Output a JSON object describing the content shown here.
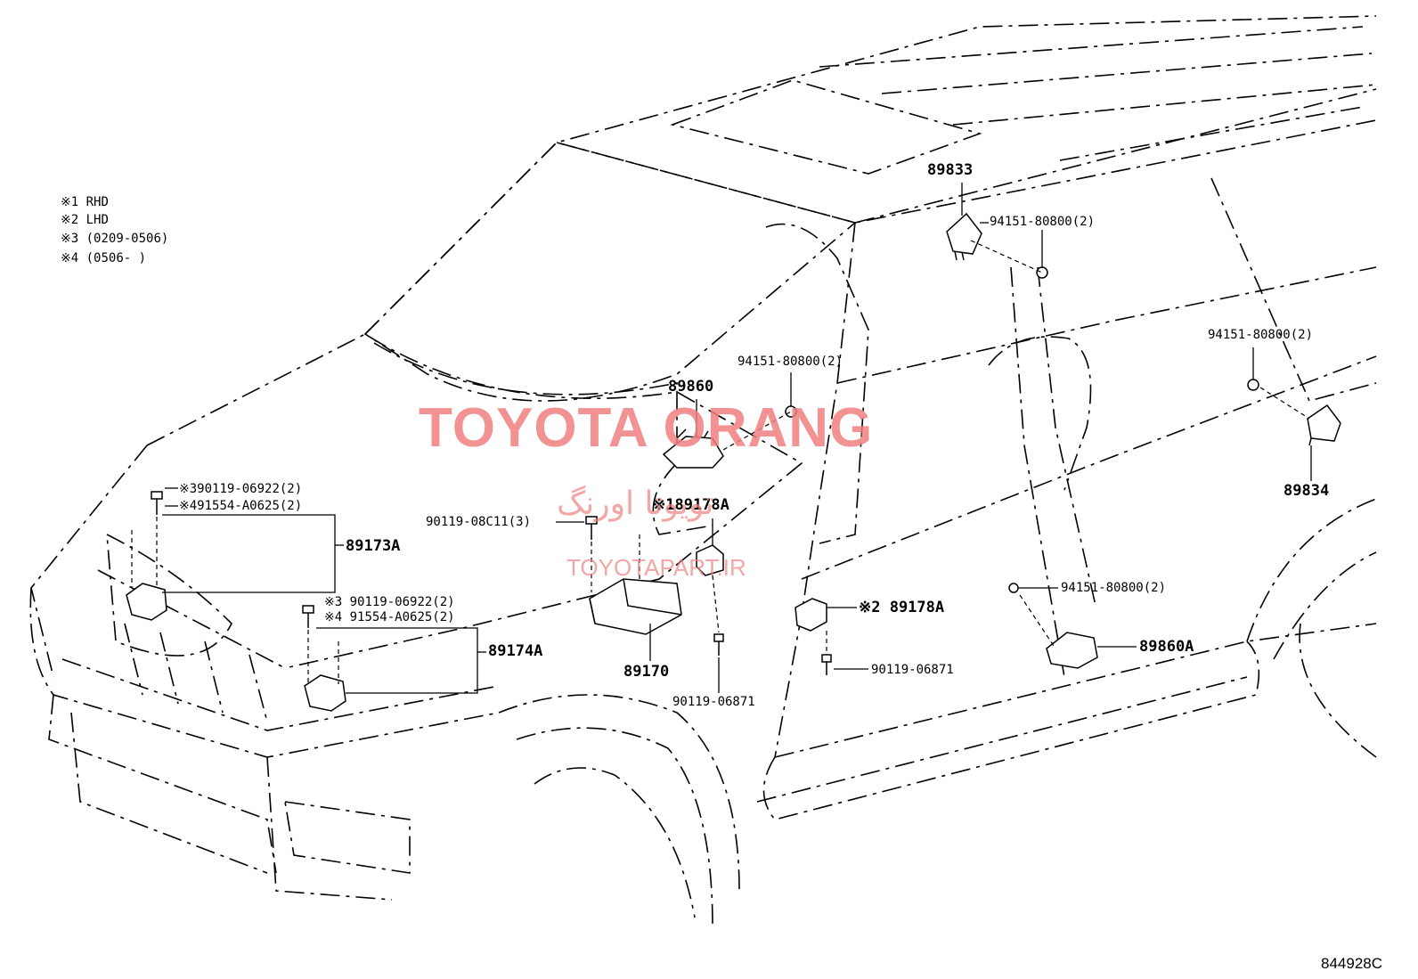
{
  "legend": [
    {
      "mark": "※1",
      "text": "RHD"
    },
    {
      "mark": "※2",
      "text": "LHD"
    },
    {
      "mark": "※3",
      "text": "(0209-0506)"
    },
    {
      "mark": "※4",
      "text": "(0506-     )"
    }
  ],
  "watermark": {
    "main": "TOYOTA ORANG",
    "persian": "تویوتا اورنگ",
    "url": "TOYOTAPART.IR",
    "color": "#f08080"
  },
  "labels": {
    "p89833": "89833",
    "b94151_top": "94151-80800(2)",
    "b94151_right": "94151-80800(2)",
    "b94151_mid": "94151-80800(2)",
    "p89860": "89860",
    "p89834": "89834",
    "b90119_06922_a": "※390119-06922(2)",
    "b91554_a": "※491554-A0625(2)",
    "p89173A": "89173A",
    "b90119_08C11": "90119-08C11(3)",
    "p89178A_center": "※189178A",
    "b90119_06922_b": "※3 90119-06922(2)",
    "b91554_b": "※4 91554-A0625(2)",
    "p89174A": "89174A",
    "p89170": "89170",
    "b90119_06871_center": "90119-06871",
    "p89178A_right": "※2 89178A",
    "b90119_06871_right": "90119-06871",
    "b94151_lower": "94151-80800(2)",
    "p89860A": "89860A"
  },
  "diagram_code": "844928C"
}
